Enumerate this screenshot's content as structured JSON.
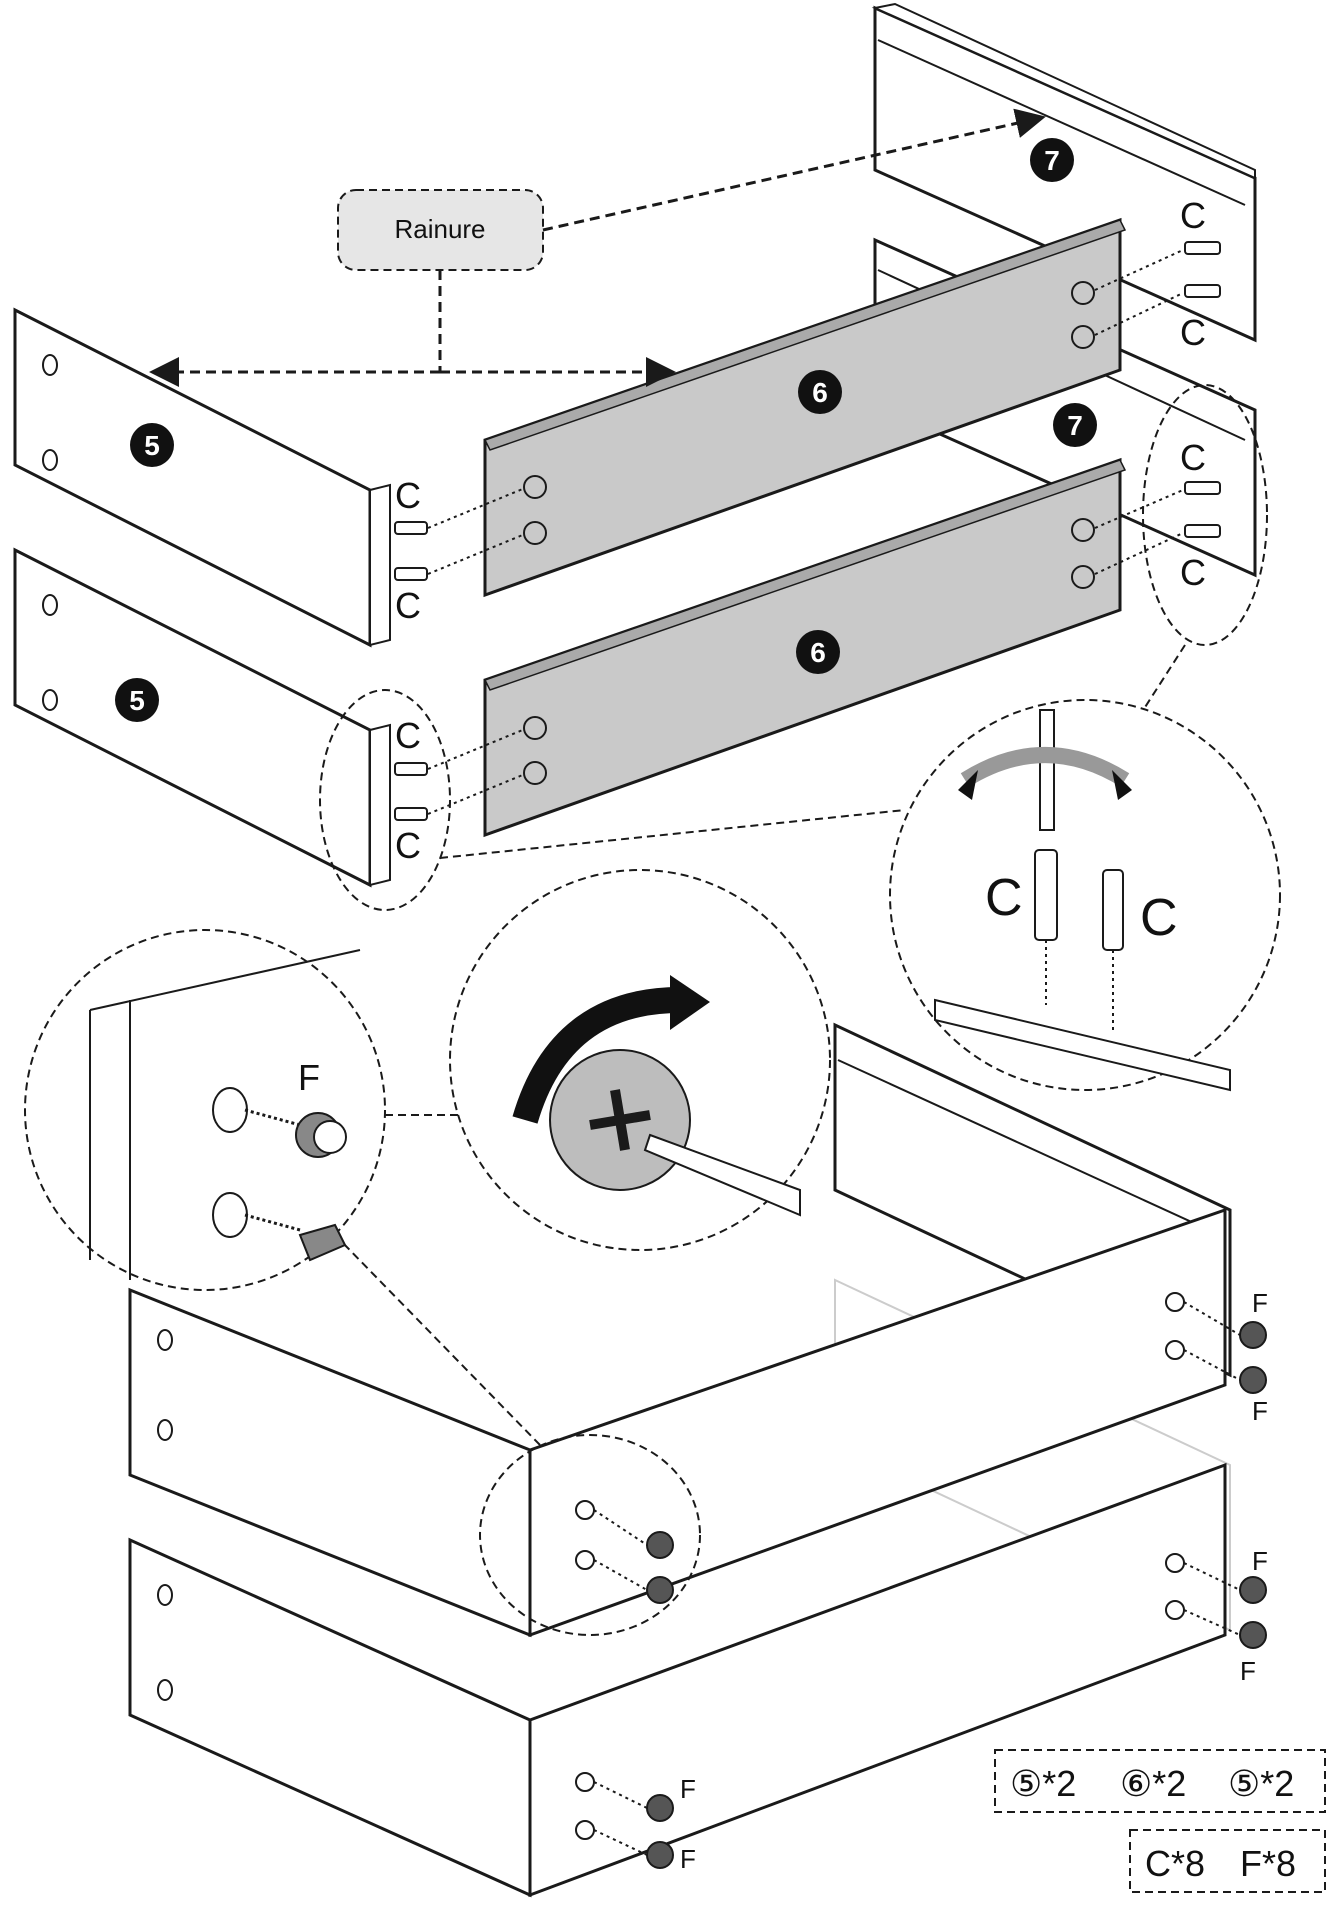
{
  "callout": {
    "text": "Rainure"
  },
  "parts": {
    "side": "5",
    "front_back": "6",
    "back_panel": "7"
  },
  "fasteners": {
    "cam_bolt": "C",
    "cam_lock": "F"
  },
  "legend": {
    "panels": [
      "⑤*2",
      "⑥*2",
      "⑤*2"
    ],
    "hardware": [
      "C*8",
      "F*8"
    ]
  },
  "colors": {
    "panel_gray": "#c9c9c9",
    "line": "#1a1a1a",
    "badge": "#111111"
  }
}
